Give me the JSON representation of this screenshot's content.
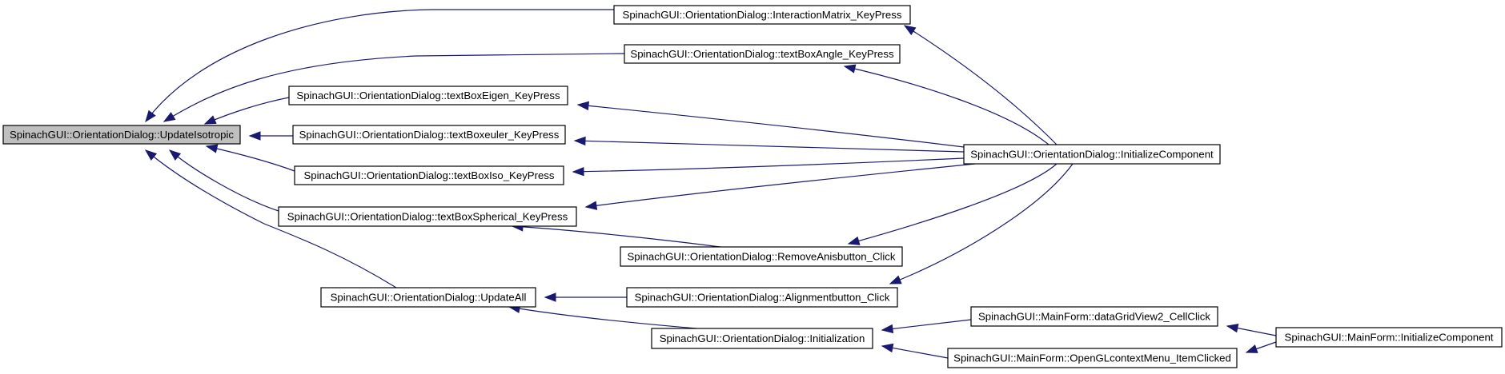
{
  "diagram": {
    "nodes": [
      {
        "id": "n0",
        "label": "SpinachGUI::OrientationDialog::UpdateIsotropic",
        "root": true
      },
      {
        "id": "n1",
        "label": "SpinachGUI::OrientationDialog::InteractionMatrix_KeyPress"
      },
      {
        "id": "n2",
        "label": "SpinachGUI::OrientationDialog::textBoxAngle_KeyPress"
      },
      {
        "id": "n3",
        "label": "SpinachGUI::OrientationDialog::textBoxEigen_KeyPress"
      },
      {
        "id": "n4",
        "label": "SpinachGUI::OrientationDialog::textBoxeuler_KeyPress"
      },
      {
        "id": "n5",
        "label": "SpinachGUI::OrientationDialog::InitializeComponent"
      },
      {
        "id": "n6",
        "label": "SpinachGUI::OrientationDialog::textBoxIso_KeyPress"
      },
      {
        "id": "n7",
        "label": "SpinachGUI::OrientationDialog::textBoxSpherical_KeyPress"
      },
      {
        "id": "n8",
        "label": "SpinachGUI::OrientationDialog::RemoveAnisbutton_Click"
      },
      {
        "id": "n9",
        "label": "SpinachGUI::OrientationDialog::UpdateAll"
      },
      {
        "id": "n10",
        "label": "SpinachGUI::OrientationDialog::Alignmentbutton_Click"
      },
      {
        "id": "n11",
        "label": "SpinachGUI::MainForm::dataGridView2_CellClick"
      },
      {
        "id": "n12",
        "label": "SpinachGUI::OrientationDialog::Initialization"
      },
      {
        "id": "n13",
        "label": "SpinachGUI::MainForm::InitializeComponent"
      },
      {
        "id": "n14",
        "label": "SpinachGUI::MainForm::OpenGLcontextMenu_ItemClicked"
      }
    ],
    "edges": [
      {
        "from": "n1",
        "to": "n0"
      },
      {
        "from": "n2",
        "to": "n0"
      },
      {
        "from": "n3",
        "to": "n0"
      },
      {
        "from": "n4",
        "to": "n0"
      },
      {
        "from": "n6",
        "to": "n0"
      },
      {
        "from": "n7",
        "to": "n0"
      },
      {
        "from": "n9",
        "to": "n0"
      },
      {
        "from": "n5",
        "to": "n1"
      },
      {
        "from": "n5",
        "to": "n2"
      },
      {
        "from": "n5",
        "to": "n3"
      },
      {
        "from": "n5",
        "to": "n4"
      },
      {
        "from": "n5",
        "to": "n6"
      },
      {
        "from": "n5",
        "to": "n7"
      },
      {
        "from": "n5",
        "to": "n8"
      },
      {
        "from": "n5",
        "to": "n10"
      },
      {
        "from": "n8",
        "to": "n7"
      },
      {
        "from": "n10",
        "to": "n9"
      },
      {
        "from": "n12",
        "to": "n9"
      },
      {
        "from": "n11",
        "to": "n12"
      },
      {
        "from": "n14",
        "to": "n12"
      },
      {
        "from": "n13",
        "to": "n11"
      },
      {
        "from": "n13",
        "to": "n14"
      }
    ]
  }
}
